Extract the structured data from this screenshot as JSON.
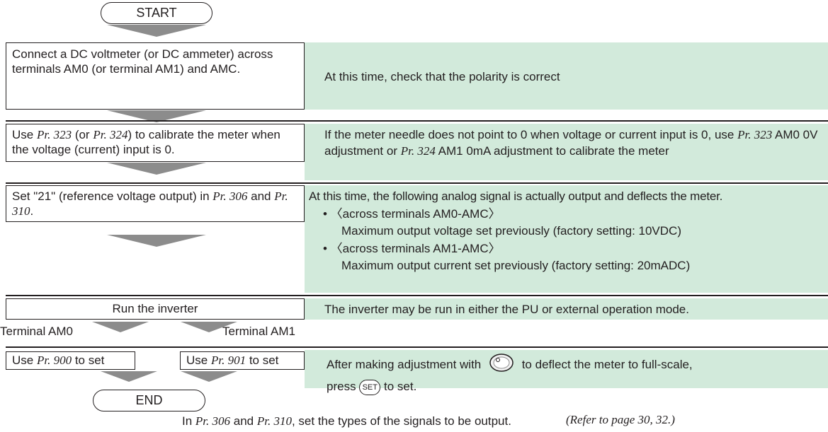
{
  "flow": {
    "start_label": "START",
    "end_label": "END",
    "step1": "Connect a DC voltmeter (or DC ammeter) across terminals AM0 (or terminal AM1) and AMC.",
    "step2": {
      "a": "Use ",
      "pr1": "Pr. 323",
      "b": " (or ",
      "pr2": "Pr. 324",
      "c": ") to calibrate the meter when the voltage (current) input is 0."
    },
    "step3": {
      "a": "Set \"21\" (reference voltage output) in ",
      "pr1": "Pr. 306",
      "b": " and ",
      "pr2": "Pr. 310",
      "c": "."
    },
    "step4": "Run the inverter",
    "branch_left_label": "Terminal AM0",
    "branch_right_label": "Terminal AM1",
    "step5_left": {
      "a": "Use ",
      "pr": "Pr. 900",
      "b": " to set"
    },
    "step5_right": {
      "a": "Use ",
      "pr": "Pr. 901",
      "b": " to set"
    }
  },
  "notes": {
    "n1": "At this time, check that the polarity is correct",
    "n2": {
      "a": "If the meter needle does not point to 0 when voltage or current input is 0, use ",
      "pr1": "Pr. 323",
      "b": " AM0 0V adjustment or ",
      "pr2": "Pr. 324",
      "c": " AM1 0mA adjustment to calibrate the meter"
    },
    "n3": {
      "line1": "At this time, the following analog signal is actually output and deflects the meter.",
      "bullet1": "• 〈across terminals AM0-AMC〉",
      "sub1": "Maximum output voltage set previously (factory setting: 10VDC)",
      "bullet2": "• 〈across terminals AM1-AMC〉",
      "sub2": "Maximum output current set previously (factory setting: 20mADC)"
    },
    "n4": "The inverter may be run in either the PU or external operation mode.",
    "n5": {
      "a": "After making adjustment with ",
      "b": " to deflect the meter to full-scale,",
      "c": "press ",
      "set_label": "SET",
      "d": " to set."
    }
  },
  "footer": {
    "a": "In ",
    "pr1": "Pr. 306",
    "b": " and ",
    "pr2": "Pr. 310",
    "c": ", set the types of the signals to be output.",
    "ref": "(Refer to page 30, 32.)"
  },
  "colors": {
    "note_bg": "#d2eadb",
    "arrow": "#8c8c8c",
    "line": "#231f20"
  },
  "icons": [
    "dial-icon",
    "set-key-icon"
  ]
}
